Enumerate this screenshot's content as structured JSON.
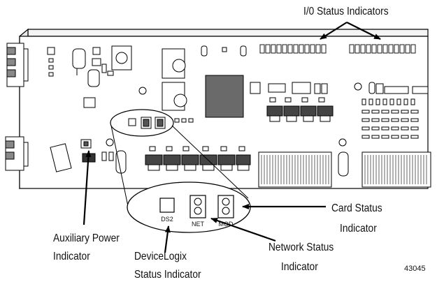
{
  "labels": {
    "io_status": "I/0 Status Indicators",
    "card_status_line1": "Card Status",
    "card_status_line2": "Indicator",
    "network_status_line1": "Network Status",
    "network_status_line2": "Indicator",
    "aux_power_line1": "Auxiliary Power",
    "aux_power_line2": "Indicator",
    "devicelogix_line1": "DeviceLogix",
    "devicelogix_line2": "Status Indicator",
    "figure_number": "43045"
  },
  "led_labels": {
    "ds2": "DS2",
    "net": "NET",
    "mod": "MOD"
  }
}
